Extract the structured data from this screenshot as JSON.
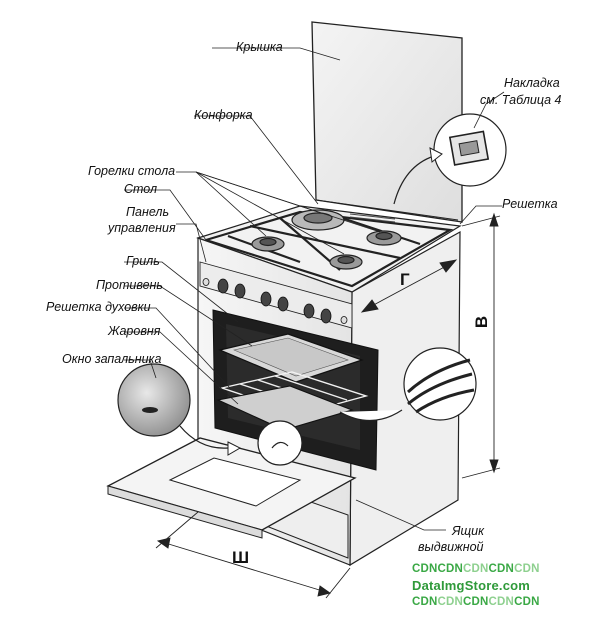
{
  "labels": {
    "lid": "Крышка",
    "cover": "Накладка",
    "cover_note": "см. Таблица 4",
    "burner": "Конфорка",
    "hob_burners": "Горелки стола",
    "table": "Стол",
    "panel_line1": "Панель",
    "panel_line2": "управления",
    "grid": "Решетка",
    "grill": "Гриль",
    "tray": "Противень",
    "oven_rack": "Решетка духовки",
    "roaster": "Жаровня",
    "igniter_window": "Окно запальника",
    "drawer_line1": "Ящик",
    "drawer_line2": "выдвижной"
  },
  "dimensions": {
    "height": "В",
    "depth": "Г",
    "width": "Ш"
  },
  "watermark": {
    "top_a": "CDN",
    "top_b": "CDN",
    "top_c": "CDN",
    "top_d": "CDN",
    "top_e": "CDN",
    "site": "DataImgStore.com",
    "bot_a": "CDN",
    "bot_b": "CDN",
    "bot_c": "CDN",
    "bot_d": "CDN",
    "bot_e": "CDN"
  },
  "colors": {
    "line": "#222222",
    "oven_dark": "#1e1e1e",
    "watermark_green": "#3aa845",
    "watermark_light": "#8ed08f"
  }
}
